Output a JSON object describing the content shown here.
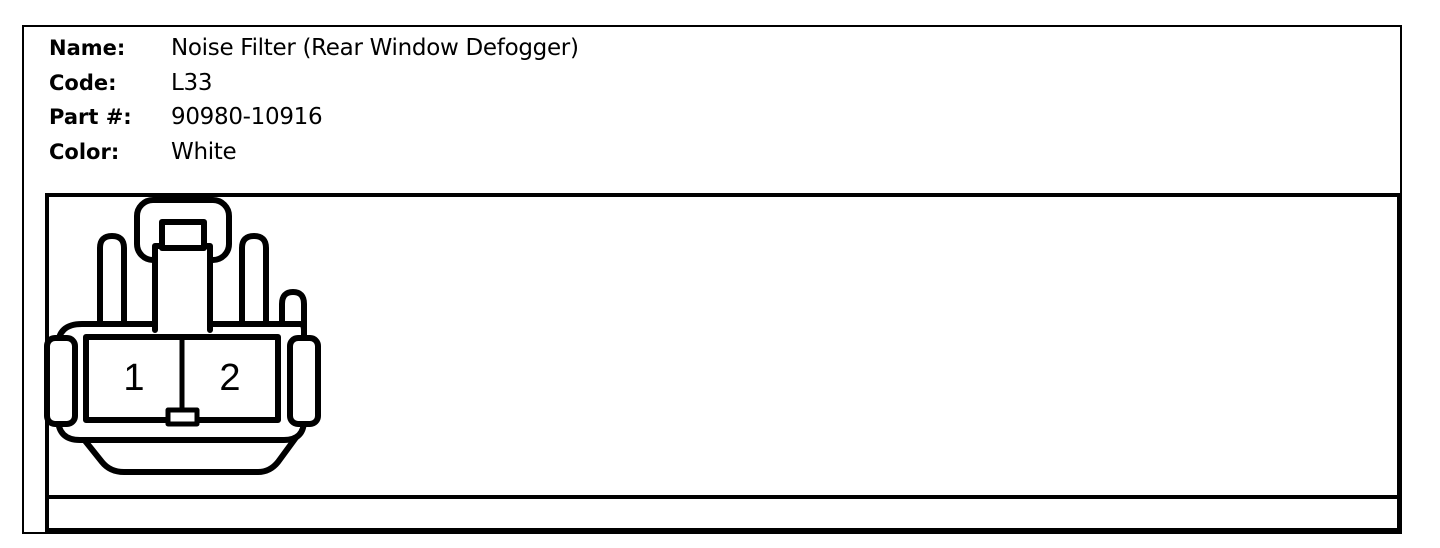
{
  "info": {
    "name_label": "Name:",
    "name_value": "Noise Filter (Rear Window Defogger)",
    "code_label": "Code:",
    "code_value": "L33",
    "part_label": "Part #:",
    "part_value": "90980-10916",
    "color_label": "Color:",
    "color_value": "White"
  },
  "connector": {
    "pins": [
      "1",
      "2"
    ],
    "line_color": "#000000",
    "fill_color": "#ffffff"
  }
}
